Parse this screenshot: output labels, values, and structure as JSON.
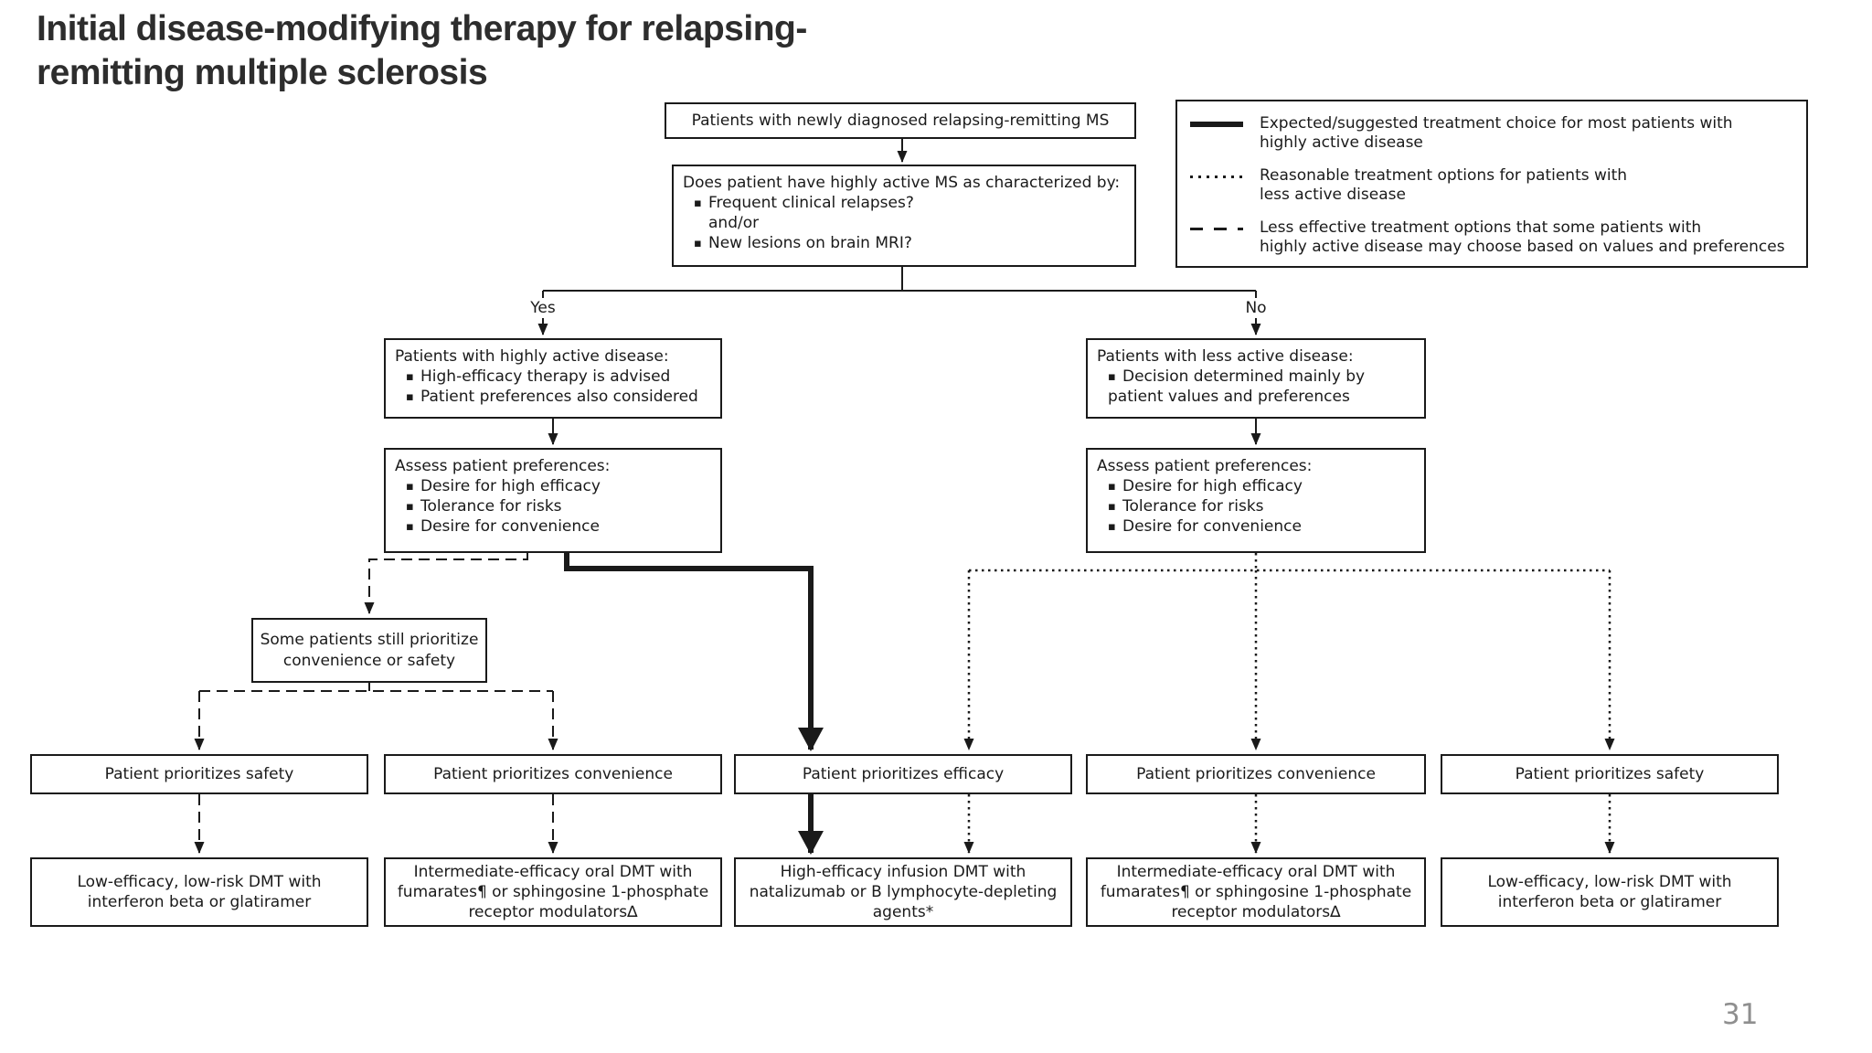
{
  "title": "Initial disease-modifying therapy for relapsing-\nremitting multiple sclerosis",
  "page_number": "31",
  "colors": {
    "line": "#1a1a1a",
    "text": "#1a1a1a",
    "title": "#2d2d2d",
    "page_number": "#8f8f8f",
    "background": "#ffffff"
  },
  "legend": {
    "items": [
      {
        "style": "solid-thick",
        "label": "Expected/suggested treatment choice for most patients with\nhighly active disease"
      },
      {
        "style": "dotted",
        "label": "Reasonable treatment options for patients with\nless active disease"
      },
      {
        "style": "dashed",
        "label": "Less effective treatment options that some patients with\nhighly active disease may choose based on values and preferences"
      }
    ]
  },
  "flow": {
    "start": "Patients with newly diagnosed relapsing-remitting MS",
    "question": {
      "title": "Does patient have highly active MS as characterized by:",
      "bullet_1": "Frequent clinical relapses?",
      "joiner": "and/or",
      "bullet_2": "New lesions on brain MRI?"
    },
    "yes_label": "Yes",
    "no_label": "No",
    "highly_active": {
      "title": "Patients with highly active disease:",
      "bullets": [
        "High-efficacy therapy is advised",
        "Patient preferences also considered"
      ]
    },
    "less_active": {
      "title": "Patients with less active disease:",
      "bullets": [
        "Decision determined mainly by\npatient values and preferences"
      ]
    },
    "assess_left": {
      "title": "Assess patient preferences:",
      "bullets": [
        "Desire for high efficacy",
        "Tolerance for risks",
        "Desire for convenience"
      ]
    },
    "assess_right": {
      "title": "Assess patient preferences:",
      "bullets": [
        "Desire for high efficacy",
        "Tolerance for risks",
        "Desire for convenience"
      ]
    },
    "some_patients": "Some patients still prioritize\nconvenience or safety",
    "priorities": {
      "safety_left": "Patient prioritizes safety",
      "convenience_left": "Patient prioritizes convenience",
      "efficacy": "Patient prioritizes efficacy",
      "convenience_right": "Patient prioritizes convenience",
      "safety_right": "Patient prioritizes safety"
    },
    "treatments": {
      "low_left": "Low-efficacy, low-risk DMT with\ninterferon beta or glatiramer",
      "intermediate_left": "Intermediate-efficacy oral DMT with\nfumarates¶ or sphingosine 1-phosphate\nreceptor modulators∆",
      "high": "High-efficacy infusion DMT with\nnatalizumab or B lymphocyte-depleting\nagents*",
      "intermediate_right": "Intermediate-efficacy oral DMT with\nfumarates¶ or sphingosine 1-phosphate\nreceptor modulators∆",
      "low_right": "Low-efficacy, low-risk DMT with\ninterferon beta or glatiramer"
    }
  }
}
